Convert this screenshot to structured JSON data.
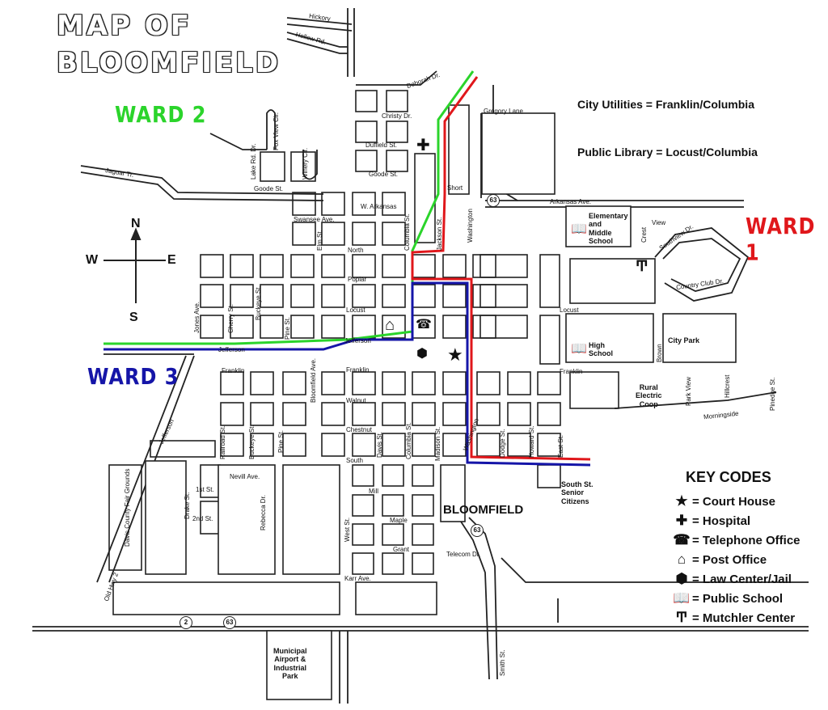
{
  "map": {
    "title_line1": "MAP OF",
    "title_line2": "BLOOMFIELD",
    "wards": {
      "ward1": {
        "label": "WARD 1",
        "color": "#e0171b"
      },
      "ward2": {
        "label": "WARD 2",
        "color": "#2bd42b"
      },
      "ward3": {
        "label": "WARD 3",
        "color": "#1515a8"
      }
    },
    "info": {
      "utilities": "City Utilities = Franklin/Columbia",
      "library": "Public Library = Locust/Columbia"
    },
    "compass": {
      "n": "N",
      "s": "S",
      "e": "E",
      "w": "W"
    },
    "town_label": "BLOOMFIELD",
    "key": {
      "title": "KEY CODES",
      "items": [
        {
          "icon": "star-icon",
          "glyph": "★",
          "label": "= Court House"
        },
        {
          "icon": "cross-icon",
          "glyph": "✚",
          "label": "= Hospital"
        },
        {
          "icon": "telephone-icon",
          "glyph": "☎",
          "label": "= Telephone Office"
        },
        {
          "icon": "post-office-icon",
          "glyph": "⌂",
          "label": "= Post Office"
        },
        {
          "icon": "badge-icon",
          "glyph": "⬢",
          "label": "= Law Center/Jail"
        },
        {
          "icon": "book-icon",
          "glyph": "📖",
          "label": "= Public School"
        },
        {
          "icon": "tower-icon",
          "glyph": "Ͳ",
          "label": "= Mutchler Center"
        }
      ]
    },
    "places": {
      "elementary": "Elementary\nand\nMiddle\nSchool",
      "high_school": "High\nSchool",
      "city_park": "City Park",
      "rural_coop": "Rural\nElectric\nCoop",
      "senior": "South St.\nSenior\nCitizens",
      "airport": "Municipal\nAirport &\nIndustrial\nPark"
    },
    "highways": {
      "h63a": "63",
      "h63b": "63",
      "h63c": "63",
      "h2": "2"
    },
    "streets": {
      "hickory": "Hickory",
      "hollow": "Hollow Rd.",
      "deborah": "Deborah Dr.",
      "gregory": "Gregory Lane",
      "christy": "Christy Dr.",
      "fox_view": "Fox View Cir.",
      "lake_rd": "Lake Rd. Dr.",
      "winery": "Winery Cir.",
      "duffield": "Duffield St.",
      "goode1": "Goode St.",
      "goode2": "Goode St.",
      "jaguar": "Jaguar Tr.",
      "short": "Short",
      "arkansas": "Arkansas Ave.",
      "w_arkansas": "W. Arkansas",
      "swansee": "Swansee Ave.",
      "columbia": "Columbia St.",
      "jackson": "Jackson St.",
      "washington1": "Washington",
      "washington2": "Washington",
      "crest": "Crest",
      "view": "View",
      "southview": "Southview Dr.",
      "elm": "Elm St.",
      "north": "North",
      "country_club": "Country Club Dr.",
      "poplar": "Poplar",
      "locust1": "Locust",
      "locust2": "Locust",
      "jones": "Jones Ave.",
      "cherry": "Cherry St.",
      "buckeye1": "Buckeye St.",
      "pine1": "Pine St.",
      "jefferson1": "Jefferson",
      "jefferson2": "Jefferson",
      "jefferson3": "Jefferson",
      "franklin1": "Franklin",
      "franklin2": "Franklin",
      "franklin3": "Franklin",
      "bloomfield_ave": "Bloomfield Ave.",
      "brown": "Brown",
      "park_view": "Park View",
      "hillcrest": "Hillcrest",
      "pinedge": "Pinedge St.",
      "morningside": "Morningside",
      "walnut": "Walnut",
      "chestnut": "Chestnut",
      "railroad": "Railroad St.",
      "buckeye2": "Buckeye St.",
      "pine2": "Pine St.",
      "davis": "Davis St.",
      "columbia2": "Columbia St.",
      "madison": "Madison St.",
      "washington3": "Washington",
      "dodge": "Dodge St.",
      "howard": "Howard St.",
      "east": "East St.",
      "south": "South",
      "mill": "Mill",
      "fairgrounds": "Davis County Fair Grounds",
      "first": "1st St.",
      "drake": "Drake St.",
      "second": "2nd St.",
      "nevill": "Nevill Ave.",
      "rebecca": "Rebecca Dr.",
      "west": "West St.",
      "maple": "Maple",
      "grant": "Grant",
      "telecom": "Telecom Dr.",
      "karr": "Karr Ave.",
      "old_hwy2": "Old Hwy 2",
      "smith": "Smith St."
    }
  }
}
